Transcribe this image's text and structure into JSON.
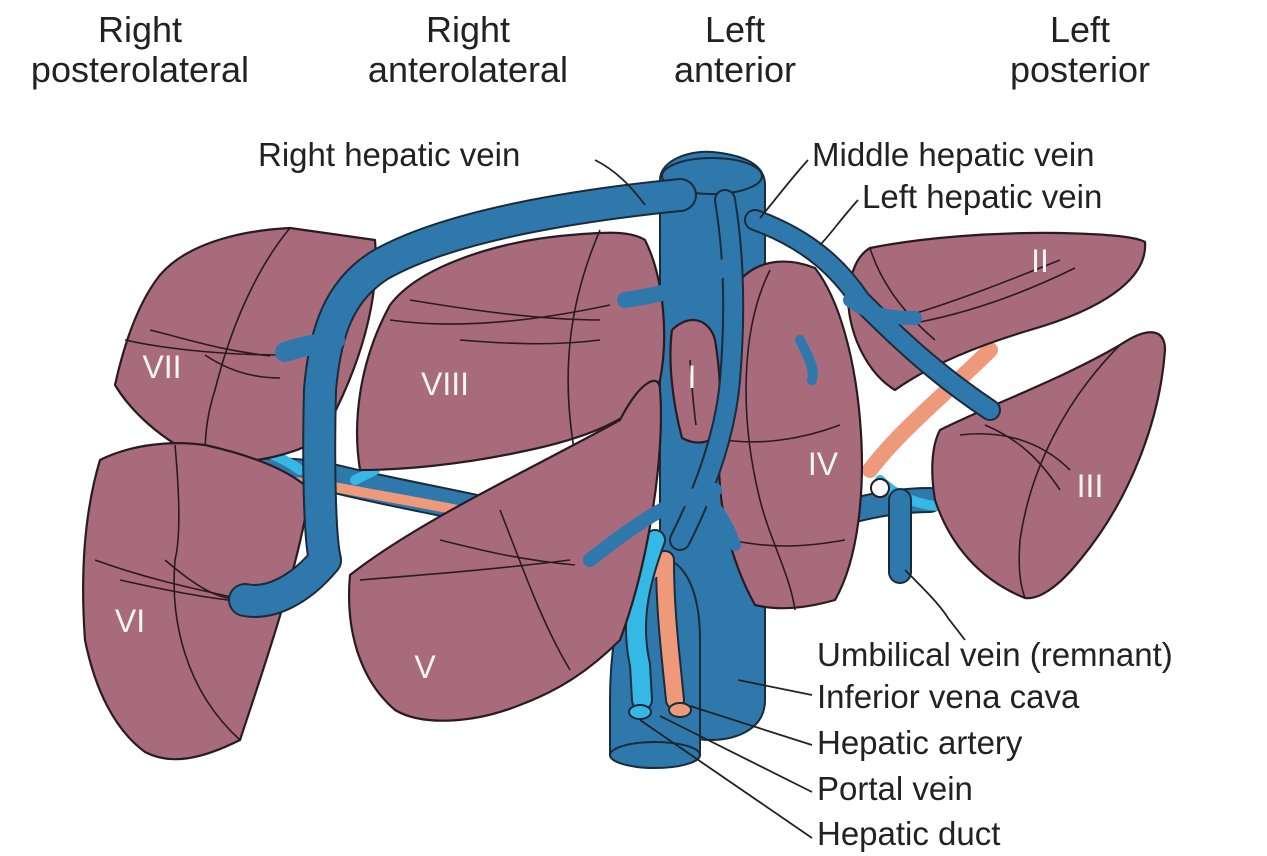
{
  "column_headers": [
    {
      "line1": "Right",
      "line2": "posterolateral"
    },
    {
      "line1": "Right",
      "line2": "anterolateral"
    },
    {
      "line1": "Left",
      "line2": "anterior"
    },
    {
      "line1": "Left",
      "line2": "posterior"
    }
  ],
  "vessel_labels": {
    "right_hepatic_vein": "Right hepatic vein",
    "middle_hepatic_vein": "Middle hepatic vein",
    "left_hepatic_vein": "Left hepatic vein",
    "umbilical_vein": "Umbilical vein (remnant)",
    "inferior_vena_cava": "Inferior vena cava",
    "hepatic_artery": "Hepatic artery",
    "portal_vein": "Portal vein",
    "hepatic_duct": "Hepatic duct"
  },
  "segments": {
    "I": "I",
    "II": "II",
    "III": "III",
    "IV": "IV",
    "V": "V",
    "VI": "VI",
    "VII": "VII",
    "VIII": "VIII"
  },
  "colors": {
    "liver_segment": "#a86b7c",
    "liver_segment_side": "#9b5f70",
    "hepatic_vein": "#2f78ac",
    "portal_vein": "#2f78ac",
    "hepatic_artery": "#ee9a7a",
    "bile_duct": "#35b8e6",
    "outline": "#2a1a22"
  }
}
